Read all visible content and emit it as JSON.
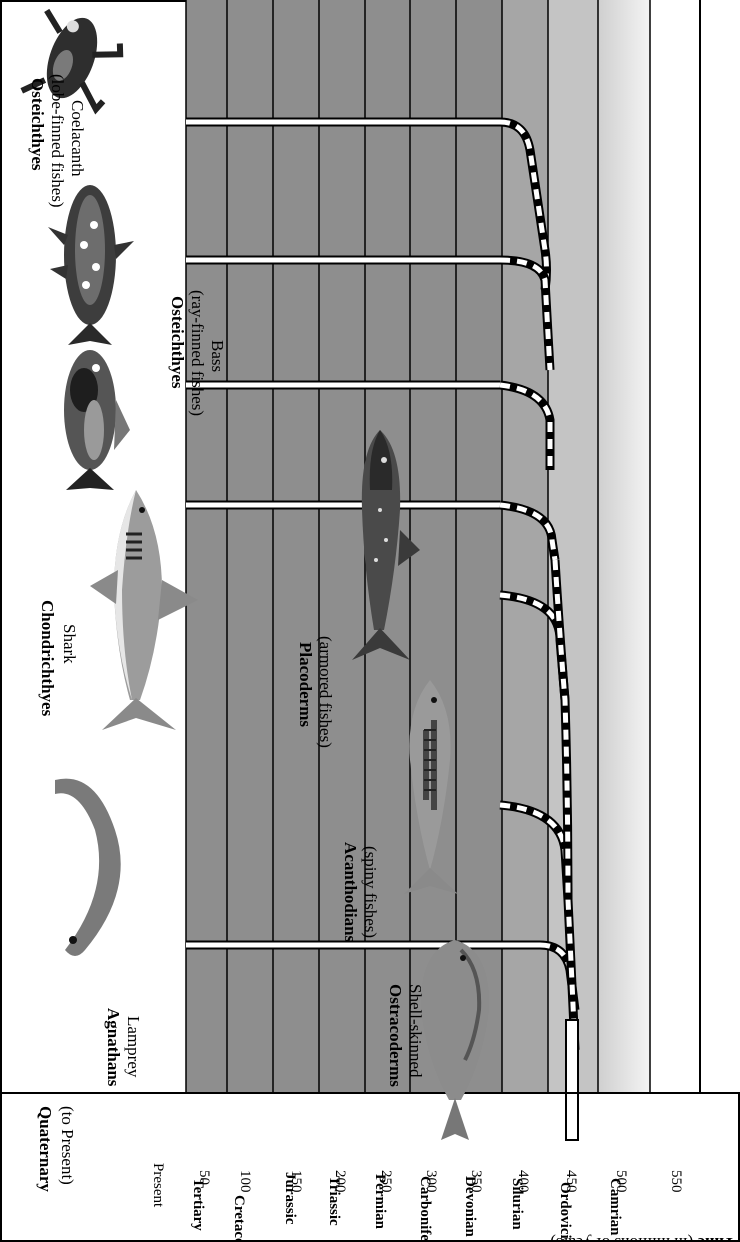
{
  "time_axis": {
    "title_bold": "Time",
    "title_rest": " (in millions of years)",
    "ticks": [
      "Present",
      "50",
      "100",
      "150",
      "200",
      "250",
      "300",
      "350",
      "400",
      "450",
      "500",
      "550"
    ]
  },
  "periods": {
    "quaternary_name": "Quaternary",
    "quaternary_note": "(to Present)",
    "names": [
      "Tertiary",
      "Cretaceous",
      "Jurassic",
      "Triassic",
      "Permian",
      "Carboniferous",
      "Devonian",
      "Silurian",
      "Ordovician",
      "Camrian"
    ]
  },
  "groups": {
    "agnathans": {
      "name": "Agnathans",
      "example": "Lamprey"
    },
    "ostracoderms": {
      "name": "Ostracoderms",
      "example": "Shell-skinned"
    },
    "acanthodians": {
      "name": "Acanthodians",
      "example": "(spiny fishes)"
    },
    "chondrichthyes": {
      "name": "Chondrichthyes",
      "example": "Shark"
    },
    "placoderms": {
      "name": "Placoderms",
      "example": "(armored fishes)"
    },
    "osteichthyes_ray": {
      "name": "Osteichthyes",
      "sub": "(ray-finned fishes)",
      "example": "Bass"
    },
    "osteichthyes_lobe": {
      "name": "Osteichthyes",
      "sub": "(lobe-finned fishes)",
      "example": "Coelacanth"
    }
  },
  "colors": {
    "band_dark": "#8e8e8e",
    "band_mid": "#a6a6a6",
    "band_light": "#c4c4c4",
    "line": "#000000"
  }
}
